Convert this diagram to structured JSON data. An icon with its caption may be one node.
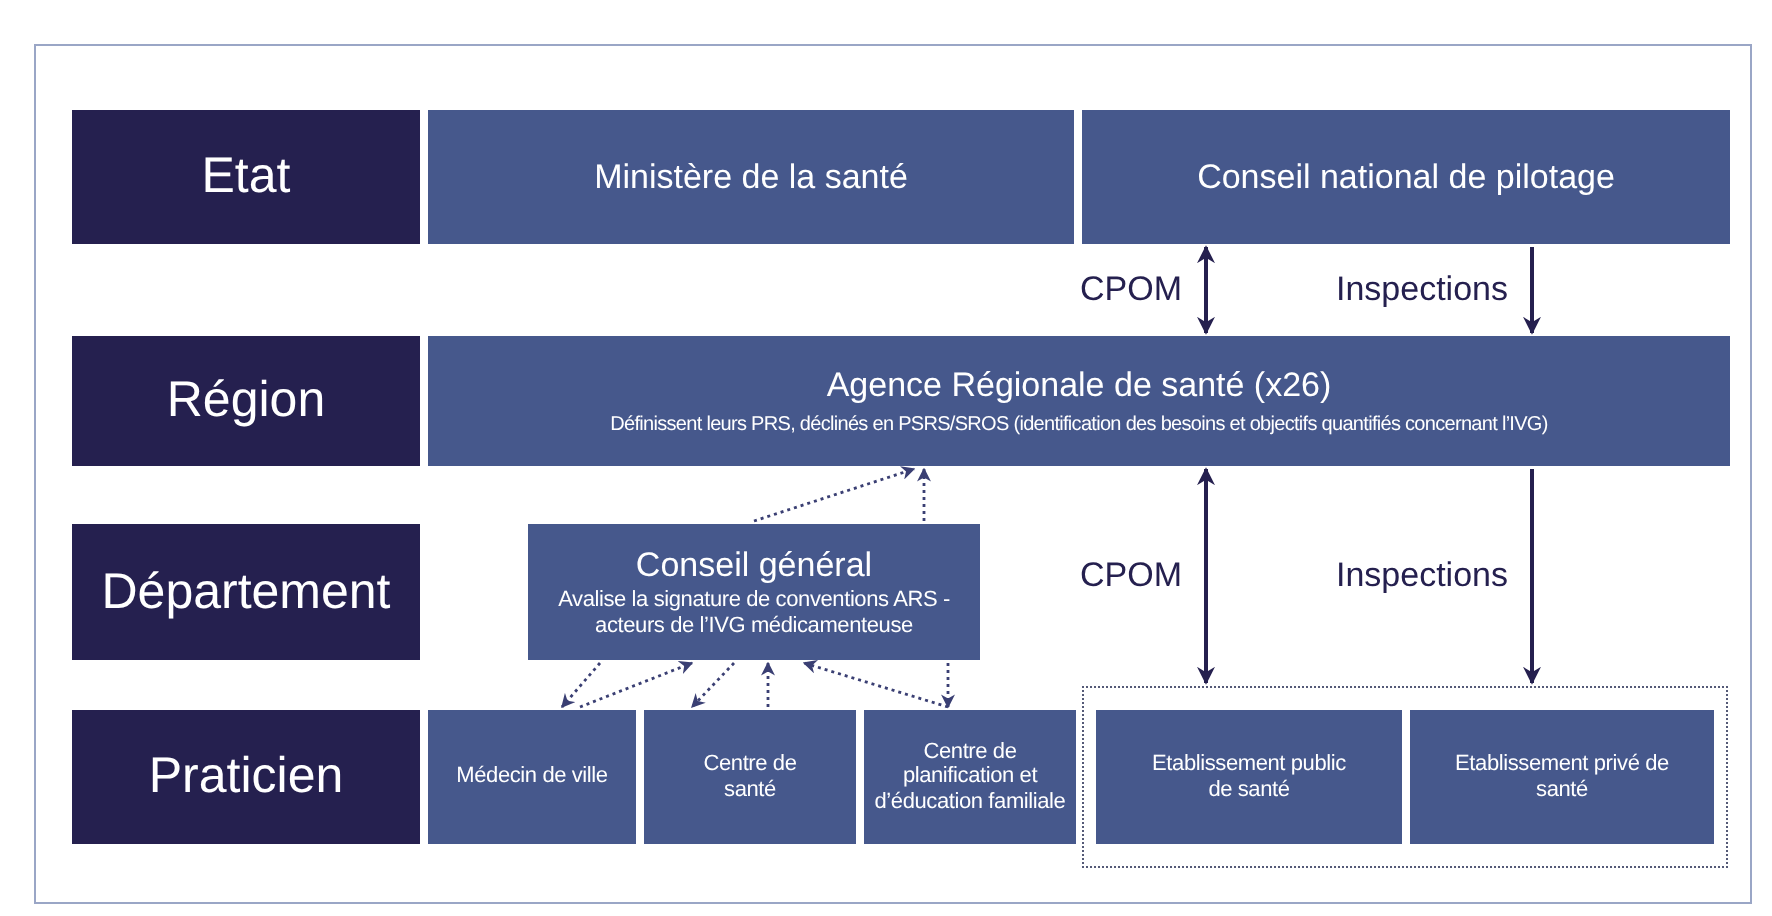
{
  "diagram": {
    "nodes": [
      {
        "text": [
          "Etat"
        ]
      },
      {
        "text": [
          "Ministère de la santé"
        ]
      },
      {
        "text": [
          "Conseil national de pilotage"
        ]
      },
      {
        "text": [
          "Région"
        ]
      },
      {
        "text": [
          "Agence Régionale de santé (x26)",
          "Définissent leurs PRS, déclinés en PSRS/SROS (identification des besoins et objectifs quantifiés concernant l’IVG)"
        ]
      },
      {
        "text": [
          "Département"
        ]
      },
      {
        "text": [
          "Conseil général",
          "Avalise la signature de conventions ARS - acteurs de l’IVG médicamenteuse"
        ]
      },
      {
        "text": [
          "Praticien"
        ]
      },
      {
        "text": [
          "Médecin de ville"
        ]
      },
      {
        "text": [
          "Centre de santé"
        ]
      },
      {
        "text": [
          "Centre de planification et d’éducation familiale"
        ]
      },
      {
        "text": [],
        "shape": "box"
      },
      {
        "text": [
          "Etablissement public de santé"
        ],
        "in": 11
      },
      {
        "text": [
          "Etablissement privé de santé"
        ],
        "in": 11
      }
    ],
    "edges": [
      {
        "from": 2,
        "to": 4,
        "arrow": "both",
        "label": "CPOM"
      },
      {
        "from": 2,
        "to": 4,
        "arrow": "to",
        "label": "Inspections"
      },
      {
        "from": 4,
        "to": 11,
        "arrow": "both",
        "label": "CPOM"
      },
      {
        "from": 4,
        "to": 11,
        "arrow": "to",
        "label": "Inspections"
      },
      {
        "from": 6,
        "to": 4,
        "arrow": "to",
        "style": "dashed"
      },
      {
        "from": 6,
        "to": 4,
        "arrow": "to",
        "style": "dashed"
      },
      {
        "from": 6,
        "to": 8,
        "arrow": "to",
        "style": "dashed"
      },
      {
        "from": 8,
        "to": 6,
        "arrow": "to",
        "style": "dashed"
      },
      {
        "from": 6,
        "to": 9,
        "arrow": "to",
        "style": "dashed"
      },
      {
        "from": 9,
        "to": 6,
        "arrow": "to",
        "style": "dashed"
      },
      {
        "from": 10,
        "to": 6,
        "arrow": "to",
        "style": "dashed"
      },
      {
        "from": 6,
        "to": 10,
        "arrow": "to",
        "style": "dashed"
      }
    ]
  }
}
